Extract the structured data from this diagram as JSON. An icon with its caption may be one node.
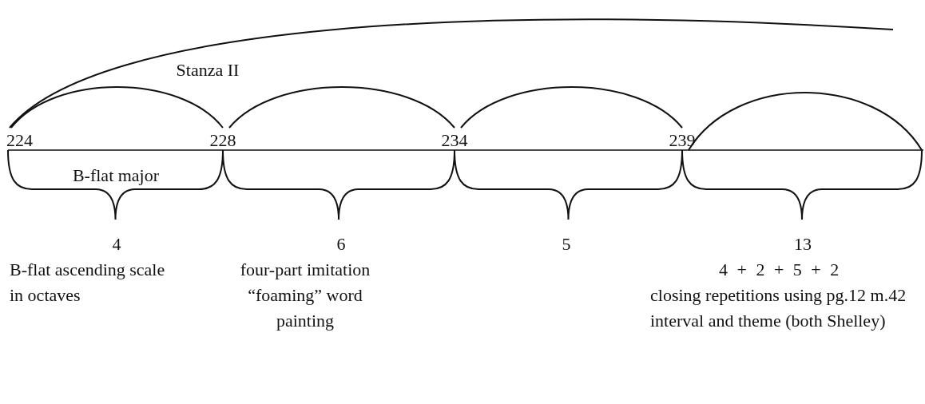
{
  "diagram": {
    "labels": [
      "Stanza II",
      "224",
      "228",
      "234",
      "239",
      "B-flat major",
      "4",
      "6",
      "5",
      "13",
      "B-flat ascending scale in octaves",
      "four-part imitation “foaming” word painting",
      "4 + 2 + 5 + 2",
      "closing repetitions using pg.12 m.42 interval and theme (both Shelley)"
    ]
  }
}
